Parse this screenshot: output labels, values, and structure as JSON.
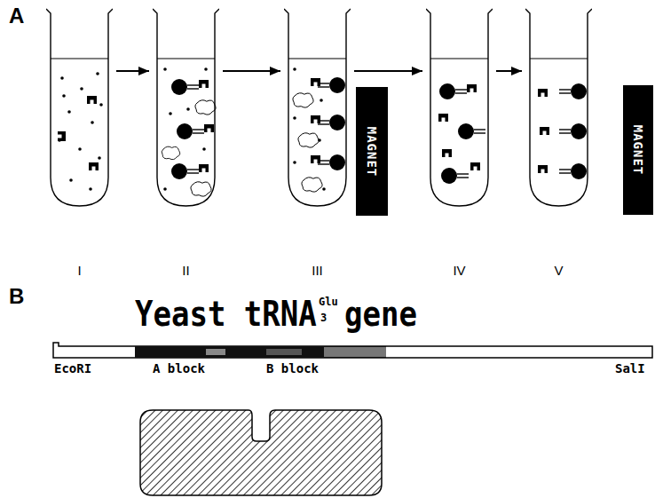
{
  "diagram": {
    "nodes": [
      {
        "text": [
          "I"
        ]
      },
      {
        "text": [
          "II"
        ]
      },
      {
        "text": [
          "III"
        ]
      },
      {
        "text": [
          "MAGNET"
        ]
      },
      {
        "text": [
          "IV"
        ]
      },
      {
        "text": [
          "V"
        ]
      },
      {
        "text": [
          "MAGNET"
        ]
      }
    ],
    "edges": [
      {
        "from": 0,
        "to": 1,
        "arrow": "to"
      },
      {
        "from": 1,
        "to": 2,
        "arrow": "to"
      },
      {
        "from": 2,
        "to": 4,
        "arrow": "to"
      },
      {
        "from": 4,
        "to": 5,
        "arrow": "to"
      }
    ],
    "labels": [
      "A",
      "B",
      "Yeast tRNA",
      "Glu",
      "3",
      "gene",
      "EcoRI",
      "A block",
      "B block",
      "SalI"
    ]
  }
}
